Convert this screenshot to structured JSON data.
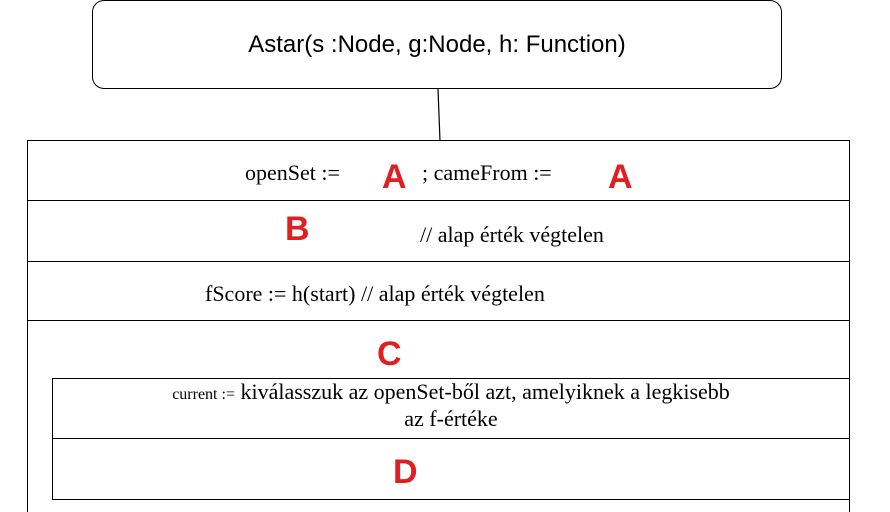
{
  "header": {
    "signature": "Astar(s :Node, g:Node, h: Function)"
  },
  "rows": {
    "init": {
      "open_set": "openSet :=",
      "came_from": "; cameFrom :="
    },
    "gscore": {
      "comment": "// alap érték végtelen"
    },
    "fscore": {
      "text": "fScore := h(start) // alap érték végtelen"
    },
    "loop": {
      "current_assign": "current :=",
      "current_desc_line1": "kiválasszuk az openSet-ből azt, amelyiknek a legkisebb",
      "current_desc_line2": "az f-értéke"
    }
  },
  "markers": {
    "a": "A",
    "b": "B",
    "c": "C",
    "d": "D"
  },
  "colors": {
    "marker": "#e02020",
    "lines": "#000000"
  }
}
